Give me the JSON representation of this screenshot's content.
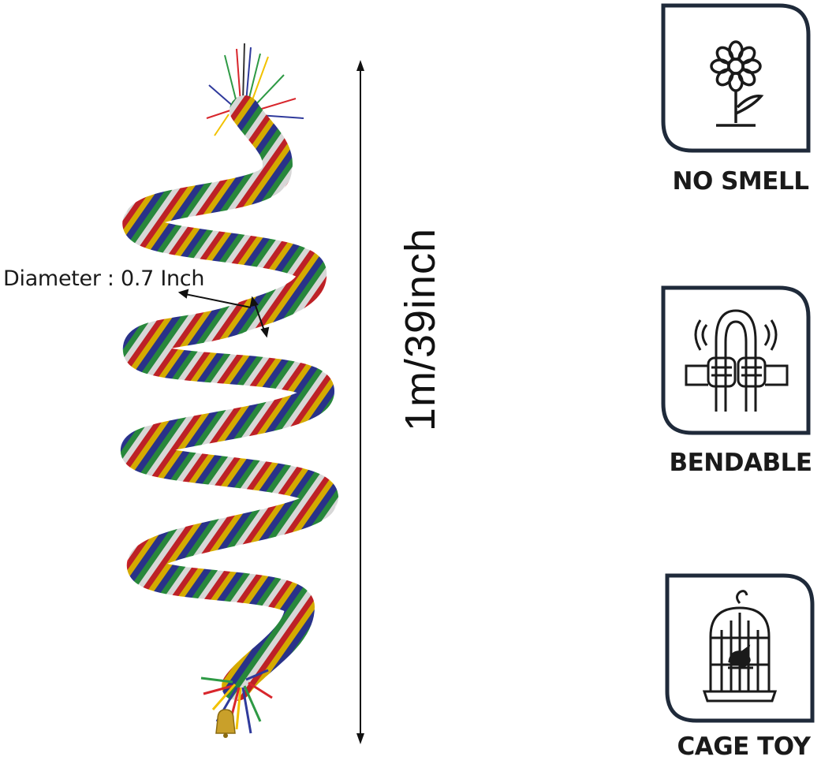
{
  "product": {
    "diameter_label": "Diameter : 0.7 Inch",
    "length_label": "1m/39inch"
  },
  "features": [
    {
      "label": "NO SMELL",
      "icon": "flower-icon"
    },
    {
      "label": "BENDABLE",
      "icon": "bending-hands-icon"
    },
    {
      "label": "CAGE TOY",
      "icon": "birdcage-icon"
    }
  ],
  "colors": {
    "rope": [
      "#d8262c",
      "#f2c200",
      "#2f3a9c",
      "#2e9a45",
      "#ffffff"
    ],
    "badge_border": "#1f2a3a",
    "text": "#1a1a1a"
  }
}
